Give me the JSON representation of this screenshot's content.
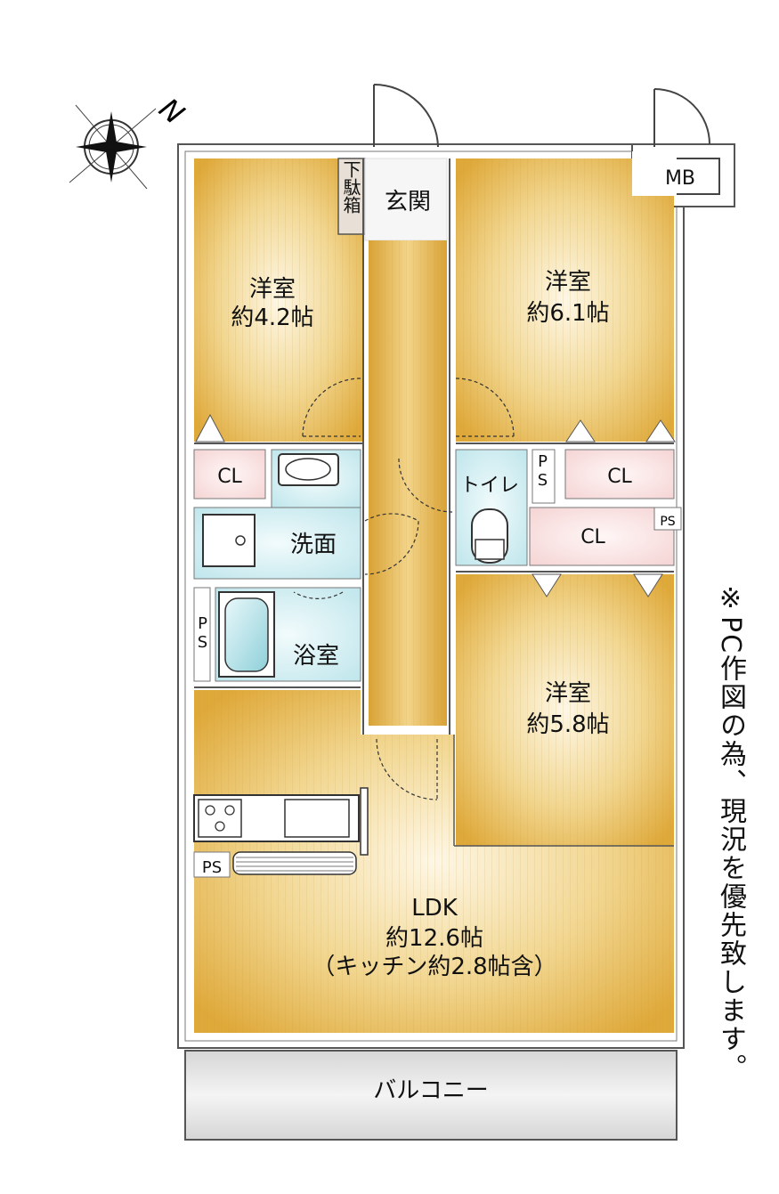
{
  "compass": {
    "label": "N"
  },
  "rooms": {
    "western_a": {
      "name": "洋室",
      "size": "約4.2帖"
    },
    "western_b": {
      "name": "洋室",
      "size": "約6.1帖"
    },
    "western_c": {
      "name": "洋室",
      "size": "約5.8帖"
    },
    "ldk": {
      "name": "LDK",
      "size": "約12.6帖",
      "note": "（キッチン約2.8帖含）"
    },
    "entrance": "玄関",
    "shoe_box": "下駄箱",
    "washroom": "洗面",
    "bathroom": "浴室",
    "toilet": "トイレ",
    "balcony": "バルコニー",
    "mb": "MB",
    "cl_left": "CL",
    "cl_right_top": "CL",
    "cl_right_mid": "CL",
    "ps_toilet": "PS",
    "ps_cl": "PS",
    "ps_bath": "PS",
    "ps_kitchen": "PS"
  },
  "note": "※PC作図の為、現況を優先致します。",
  "colors": {
    "floor": "#e2b44a",
    "floor_light": "#fbf3dc",
    "wet": "#c9ecf1",
    "closet": "#f9e0e0",
    "balcony": "#e6e6e6",
    "wall": "#555555"
  }
}
